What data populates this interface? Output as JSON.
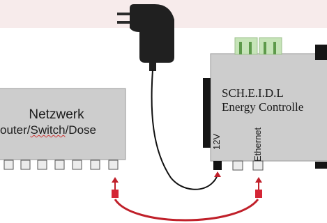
{
  "network_device": {
    "title": "Netzwerk",
    "subtitle_prefix": "outer/",
    "subtitle_underlined": "Switch",
    "subtitle_suffix": "/Dose"
  },
  "controller": {
    "title": "SCH.E.I.D.L",
    "subtitle": "Energy Controlle",
    "port_power_label": "12V",
    "port_ethernet_label": "Ethernet"
  },
  "colors": {
    "device_fill": "#cccccc",
    "cable_red": "#c0202a",
    "adapter_black": "#222222",
    "header_tint": "#f7ebeb",
    "terminal_green": "#bfe0b0"
  }
}
